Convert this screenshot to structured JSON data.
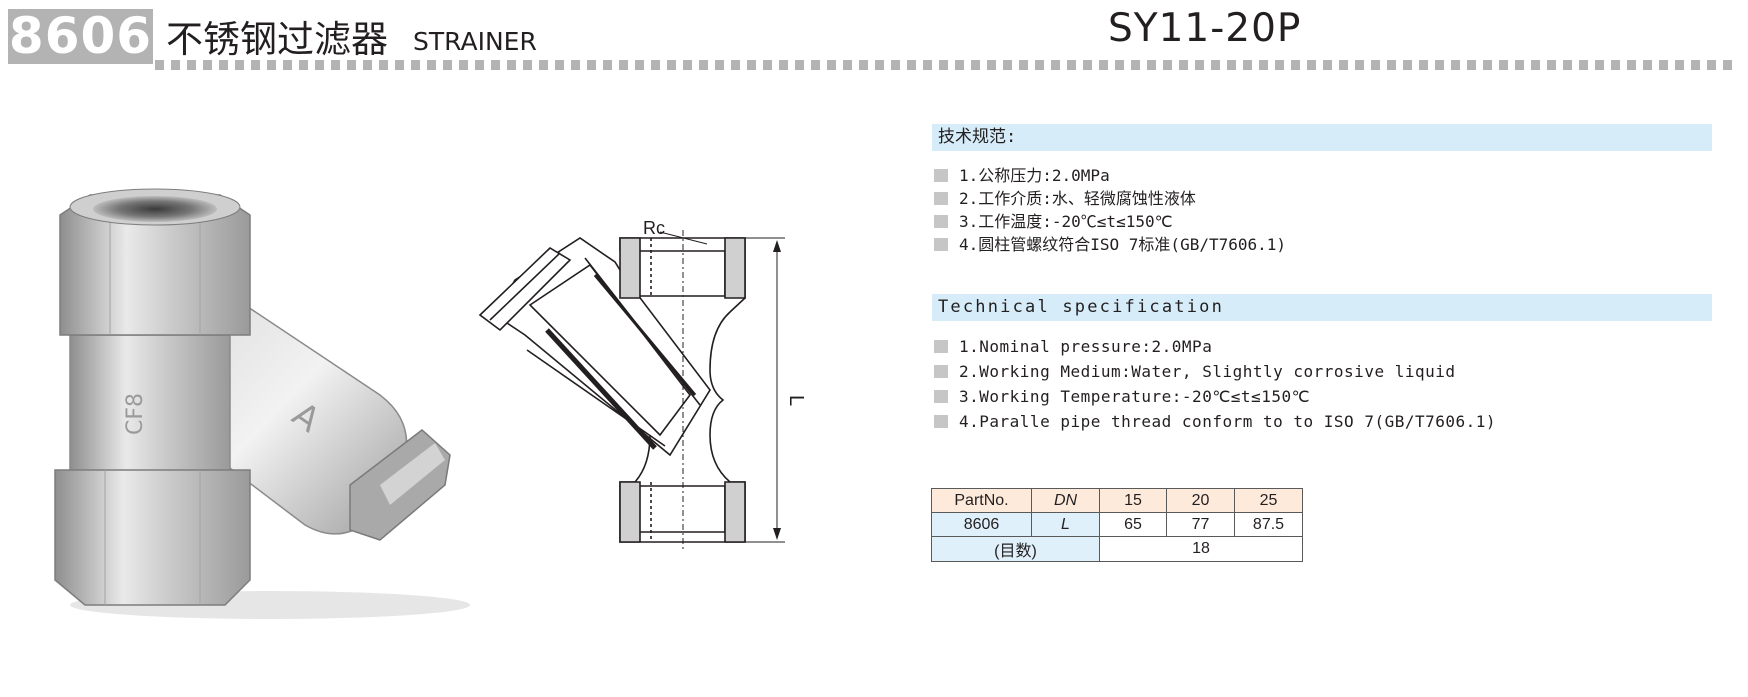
{
  "header": {
    "product_code": "8606",
    "title_cn": "不锈钢过滤器",
    "title_en": "STRAINER",
    "model": "SY11-20P"
  },
  "photo": {
    "body_marking": "CF8",
    "arrow_marking": "A"
  },
  "drawing": {
    "label_thread": "Rc",
    "label_length": "L"
  },
  "spec_cn": {
    "heading": "技术规范:",
    "items": [
      "1.公称压力:2.0MPa",
      "2.工作介质:水、轻微腐蚀性液体",
      "3.工作温度:-20℃≤t≤150℃",
      "4.圆柱管螺纹符合ISO 7标准(GB/T7606.1)"
    ]
  },
  "spec_en": {
    "heading": "Technical specification",
    "items": [
      "1.Nominal pressure:2.0MPa",
      "2.Working Medium:Water, Slightly corrosive liquid",
      "3.Working Temperature:-20℃≤t≤150℃",
      "4.Paralle pipe thread conform to to ISO 7(GB/T7606.1)"
    ]
  },
  "dimension_table": {
    "header": {
      "part_label": "PartNo.",
      "dn_label": "DN",
      "sizes": [
        "15",
        "20",
        "25"
      ]
    },
    "row_length": {
      "part_no": "8606",
      "symbol": "L",
      "values": [
        "65",
        "77",
        "87.5"
      ]
    },
    "row_count": {
      "label": "(目数)",
      "value": "18"
    }
  },
  "colors": {
    "badge": "#b3b3b3",
    "section_heading_bg": "#d6ecf8",
    "table_header_bg": "#fdeadb",
    "table_blue_bg": "#dff0fa",
    "bullet": "#c6c6c6"
  }
}
